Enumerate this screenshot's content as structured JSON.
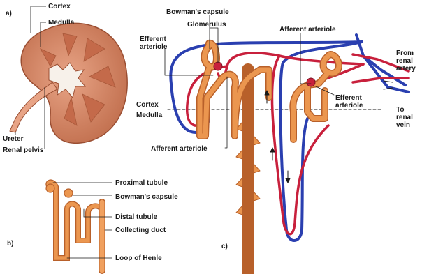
{
  "panels": {
    "a": "a)",
    "b": "b)",
    "c": "c)"
  },
  "kidney": {
    "cortex": "Cortex",
    "medulla": "Medulla",
    "ureter": "Ureter",
    "renal_pelvis": "Renal pelvis"
  },
  "nephron_small": {
    "proximal_tubule": "Proximal tubule",
    "bowmans_capsule": "Bowman's capsule",
    "distal_tubule": "Distal tubule",
    "collecting_duct": "Collecting duct",
    "loop_of_henle": "Loop of Henle"
  },
  "nephron_large": {
    "bowmans_capsule": "Bowman's capsule",
    "glomerulus": "Glomerulus",
    "efferent_arteriole_left_1": "Efferent",
    "efferent_arteriole_left_2": "arteriole",
    "afferent_arteriole_top": "Afferent arteriole",
    "cortex": "Cortex",
    "medulla": "Medulla",
    "afferent_arteriole_bottom": "Afferent arteriole",
    "efferent_arteriole_right_1": "Efferent",
    "efferent_arteriole_right_2": "arteriole",
    "from_renal_artery_1": "From",
    "from_renal_artery_2": "renal",
    "from_renal_artery_3": "artery",
    "to_renal_vein_1": "To",
    "to_renal_vein_2": "renal",
    "to_renal_vein_3": "vein"
  },
  "colors": {
    "tubule": "#e8914e",
    "tubule_edge": "#b8602a",
    "kidney": "#d9896a",
    "artery": "#c8203c",
    "vein": "#2a3fb0"
  }
}
